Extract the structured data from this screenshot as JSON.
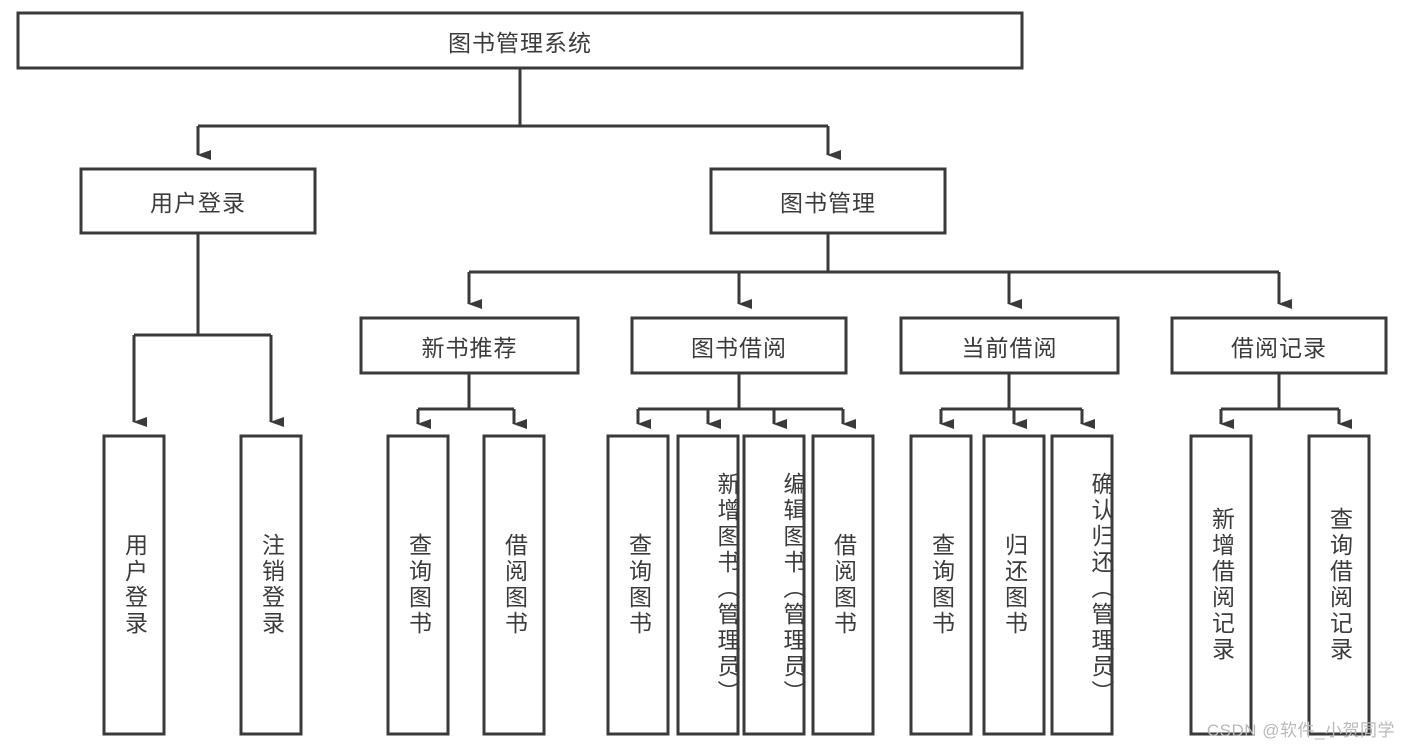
{
  "diagram": {
    "title": "图书管理系统",
    "type": "tree-hierarchy-chart",
    "colors": {
      "stroke": "#3a3a3a",
      "box_fill": "#ffffff",
      "text": "#3c3c3c",
      "background": "#ffffff",
      "watermark": "#b9b9b9"
    },
    "root": {
      "id": "root",
      "label": "图书管理系统",
      "orientation": "horizontal"
    },
    "level2": [
      {
        "id": "user-login",
        "label": "用户登录",
        "orientation": "horizontal"
      },
      {
        "id": "book-management",
        "label": "图书管理",
        "orientation": "horizontal"
      }
    ],
    "level3": [
      {
        "id": "new-book-recommend",
        "label": "新书推荐",
        "orientation": "horizontal",
        "parent": "book-management"
      },
      {
        "id": "book-borrow",
        "label": "图书借阅",
        "orientation": "horizontal",
        "parent": "book-management"
      },
      {
        "id": "current-borrow",
        "label": "当前借阅",
        "orientation": "horizontal",
        "parent": "book-management"
      },
      {
        "id": "borrow-record",
        "label": "借阅记录",
        "orientation": "horizontal",
        "parent": "book-management"
      }
    ],
    "leaves": [
      {
        "id": "leaf-user-login",
        "label": "用户登录",
        "orientation": "vertical",
        "parent": "user-login"
      },
      {
        "id": "leaf-logout-login",
        "label": "注销登录",
        "orientation": "vertical",
        "parent": "user-login"
      },
      {
        "id": "leaf-query-book-1",
        "label": "查询图书",
        "orientation": "vertical",
        "parent": "new-book-recommend"
      },
      {
        "id": "leaf-borrow-book-1",
        "label": "借阅图书",
        "orientation": "vertical",
        "parent": "new-book-recommend"
      },
      {
        "id": "leaf-query-book-2",
        "label": "查询图书",
        "orientation": "vertical",
        "parent": "book-borrow"
      },
      {
        "id": "leaf-add-book",
        "label": "新增图书（管理员）",
        "orientation": "vertical",
        "parent": "book-borrow"
      },
      {
        "id": "leaf-edit-book",
        "label": "编辑图书（管理员）",
        "orientation": "vertical",
        "parent": "book-borrow"
      },
      {
        "id": "leaf-borrow-book-2",
        "label": "借阅图书",
        "orientation": "vertical",
        "parent": "book-borrow"
      },
      {
        "id": "leaf-query-book-3",
        "label": "查询图书",
        "orientation": "vertical",
        "parent": "current-borrow"
      },
      {
        "id": "leaf-return-book",
        "label": "归还图书",
        "orientation": "vertical",
        "parent": "current-borrow"
      },
      {
        "id": "leaf-confirm-return",
        "label": "确认归还（管理员）",
        "orientation": "vertical",
        "parent": "current-borrow"
      },
      {
        "id": "leaf-add-borrow-record",
        "label": "新增借阅记录",
        "orientation": "vertical",
        "parent": "borrow-record"
      },
      {
        "id": "leaf-query-borrow-record",
        "label": "查询借阅记录",
        "orientation": "vertical",
        "parent": "borrow-record"
      }
    ],
    "watermark": "CSDN @软件_小贺同学"
  }
}
